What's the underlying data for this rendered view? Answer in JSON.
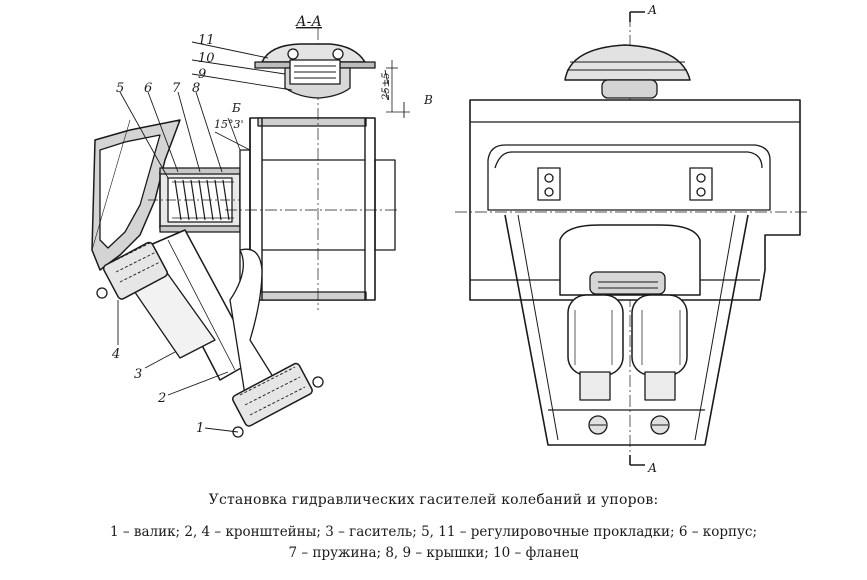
{
  "section_label": "А-А",
  "cut_marks": [
    "А",
    "А"
  ],
  "labels": {
    "n1": "1",
    "n2": "2",
    "n3": "3",
    "n4": "4",
    "n5": "5",
    "n6": "6",
    "n7": "7",
    "n8": "8",
    "n9": "9",
    "n10": "10",
    "n11": "11",
    "b": "Б",
    "v": "В",
    "angle": "15°3'",
    "dim": "25±5"
  },
  "caption": {
    "title": "Установка гидравлических гасителей колебаний и упоров:",
    "line1": "1 – валик; 2, 4 – кронштейны; 3 – гаситель; 5, 11 – регулировочные прокладки; 6 – корпус;",
    "line2": "7 – пружина; 8, 9 – крышки; 10 – фланец"
  }
}
